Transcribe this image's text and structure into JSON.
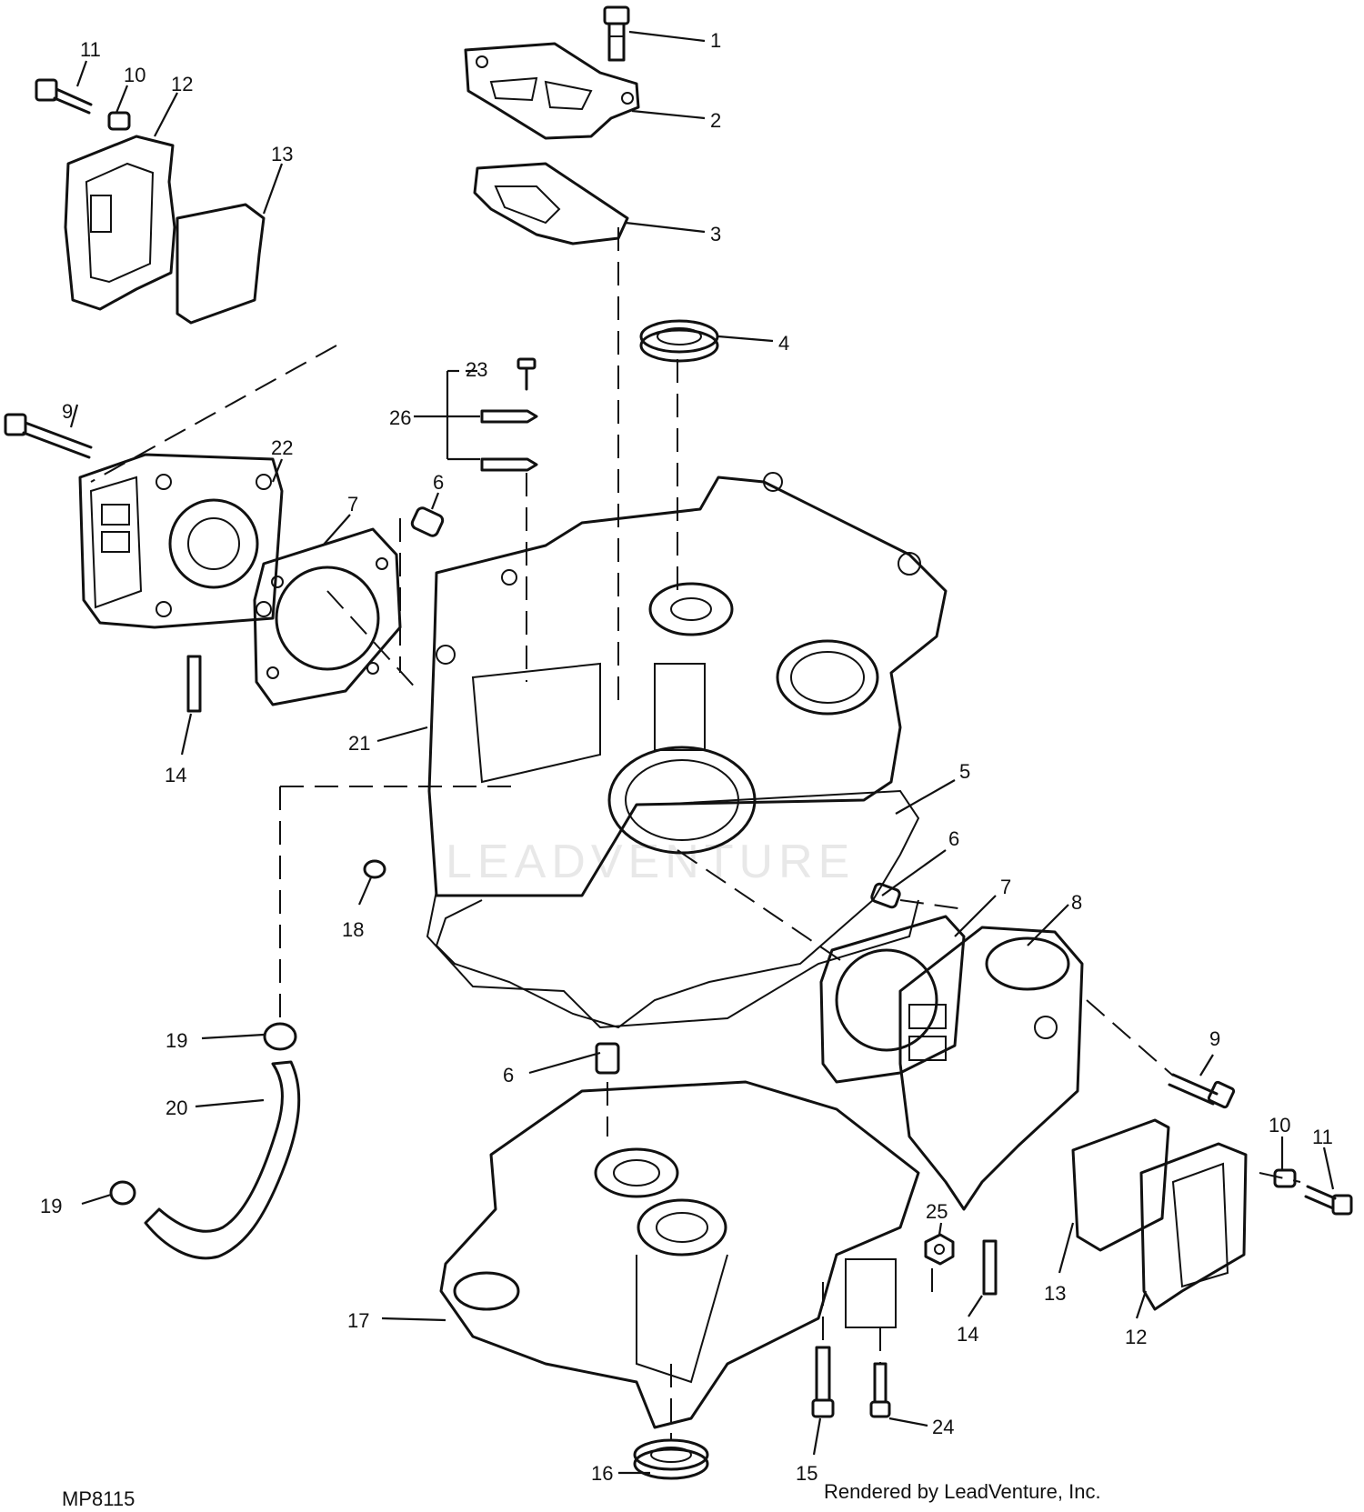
{
  "diagram_code": "MP8115",
  "credit": "Rendered by LeadVenture, Inc.",
  "watermark": "LEADVENTURE",
  "callouts": [
    {
      "id": "c1",
      "text": "1"
    },
    {
      "id": "c2",
      "text": "2"
    },
    {
      "id": "c3",
      "text": "3"
    },
    {
      "id": "c4",
      "text": "4"
    },
    {
      "id": "c5",
      "text": "5"
    },
    {
      "id": "c6a",
      "text": "6"
    },
    {
      "id": "c6b",
      "text": "6"
    },
    {
      "id": "c6c",
      "text": "6"
    },
    {
      "id": "c7a",
      "text": "7"
    },
    {
      "id": "c7b",
      "text": "7"
    },
    {
      "id": "c8",
      "text": "8"
    },
    {
      "id": "c9a",
      "text": "9"
    },
    {
      "id": "c9b",
      "text": "9"
    },
    {
      "id": "c10a",
      "text": "10"
    },
    {
      "id": "c10b",
      "text": "10"
    },
    {
      "id": "c11a",
      "text": "11"
    },
    {
      "id": "c11b",
      "text": "11"
    },
    {
      "id": "c12a",
      "text": "12"
    },
    {
      "id": "c12b",
      "text": "12"
    },
    {
      "id": "c13a",
      "text": "13"
    },
    {
      "id": "c13b",
      "text": "13"
    },
    {
      "id": "c14a",
      "text": "14"
    },
    {
      "id": "c14b",
      "text": "14"
    },
    {
      "id": "c15",
      "text": "15"
    },
    {
      "id": "c16",
      "text": "16"
    },
    {
      "id": "c17",
      "text": "17"
    },
    {
      "id": "c18",
      "text": "18"
    },
    {
      "id": "c19a",
      "text": "19"
    },
    {
      "id": "c19b",
      "text": "19"
    },
    {
      "id": "c20",
      "text": "20"
    },
    {
      "id": "c21",
      "text": "21"
    },
    {
      "id": "c22",
      "text": "22"
    },
    {
      "id": "c23",
      "text": "23"
    },
    {
      "id": "c24",
      "text": "24"
    },
    {
      "id": "c25",
      "text": "25"
    },
    {
      "id": "c26",
      "text": "26"
    }
  ]
}
